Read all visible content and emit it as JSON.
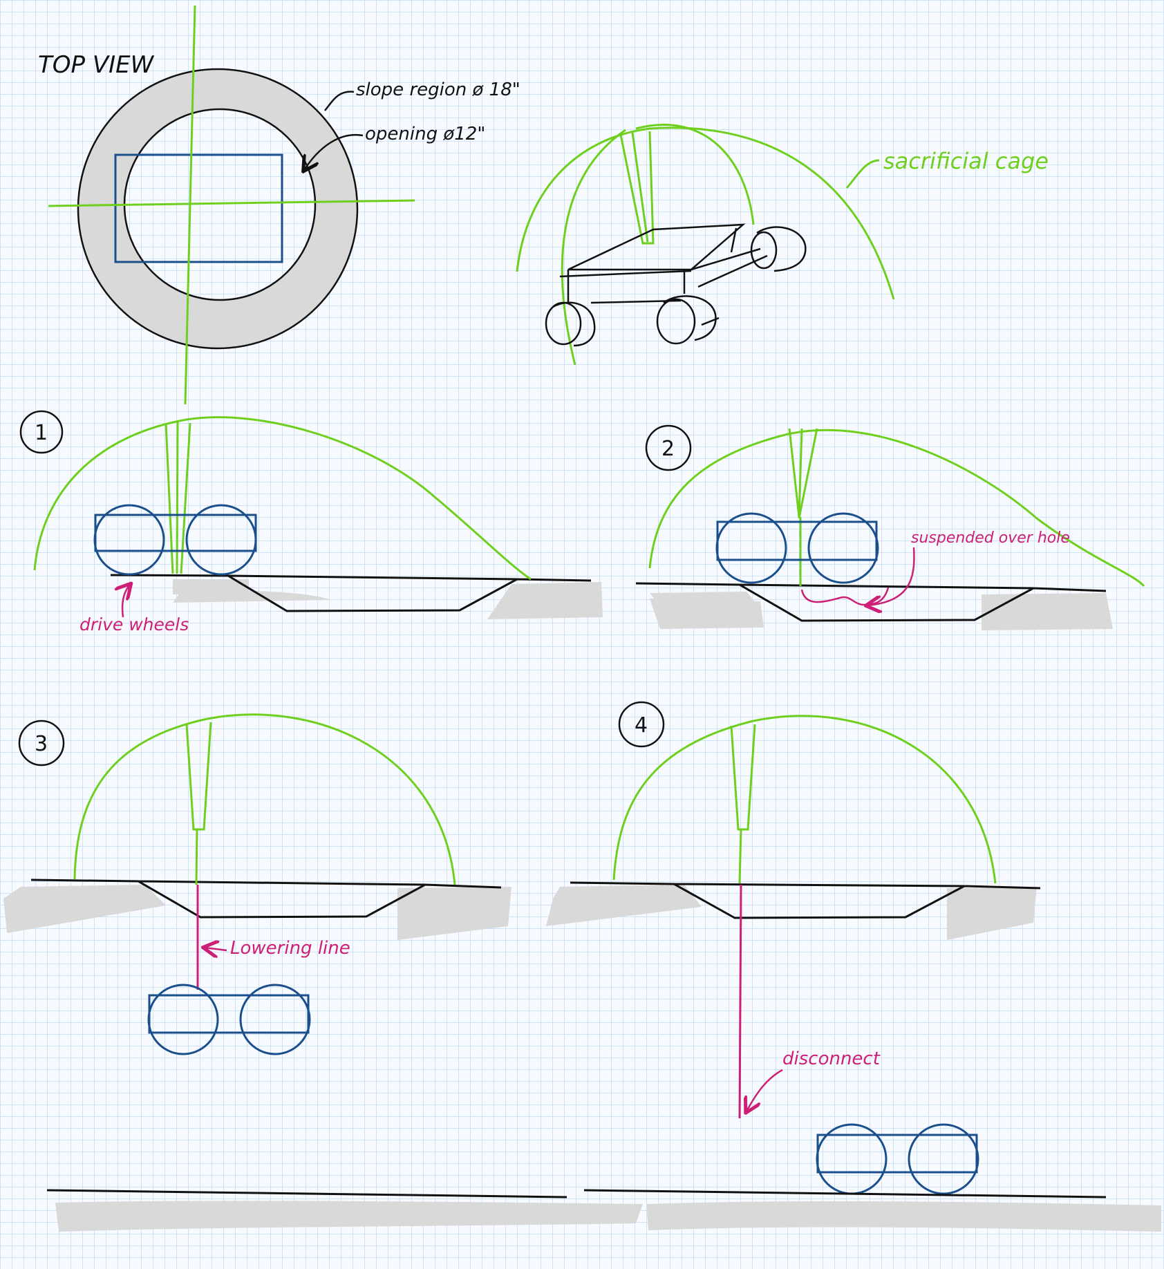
{
  "colors": {
    "green_cage": "#6fcf1e",
    "rover_blue": "#1b4f8c",
    "pink_annotation": "#cc1f75",
    "ink": "#111111",
    "ground_shadow": "#d9d9d9",
    "grid": "#cfe3f5"
  },
  "top_view": {
    "title": "TOP VIEW",
    "slope_label": "slope region ø 18\"",
    "opening_label": "opening ø12\""
  },
  "perspective": {
    "cage_label": "sacrificial cage"
  },
  "steps": [
    {
      "number": "1",
      "annotation": "drive wheels"
    },
    {
      "number": "2",
      "annotation": "suspended over hole"
    },
    {
      "number": "3",
      "annotation": "Lowering line"
    },
    {
      "number": "4",
      "annotation": "disconnect"
    }
  ]
}
